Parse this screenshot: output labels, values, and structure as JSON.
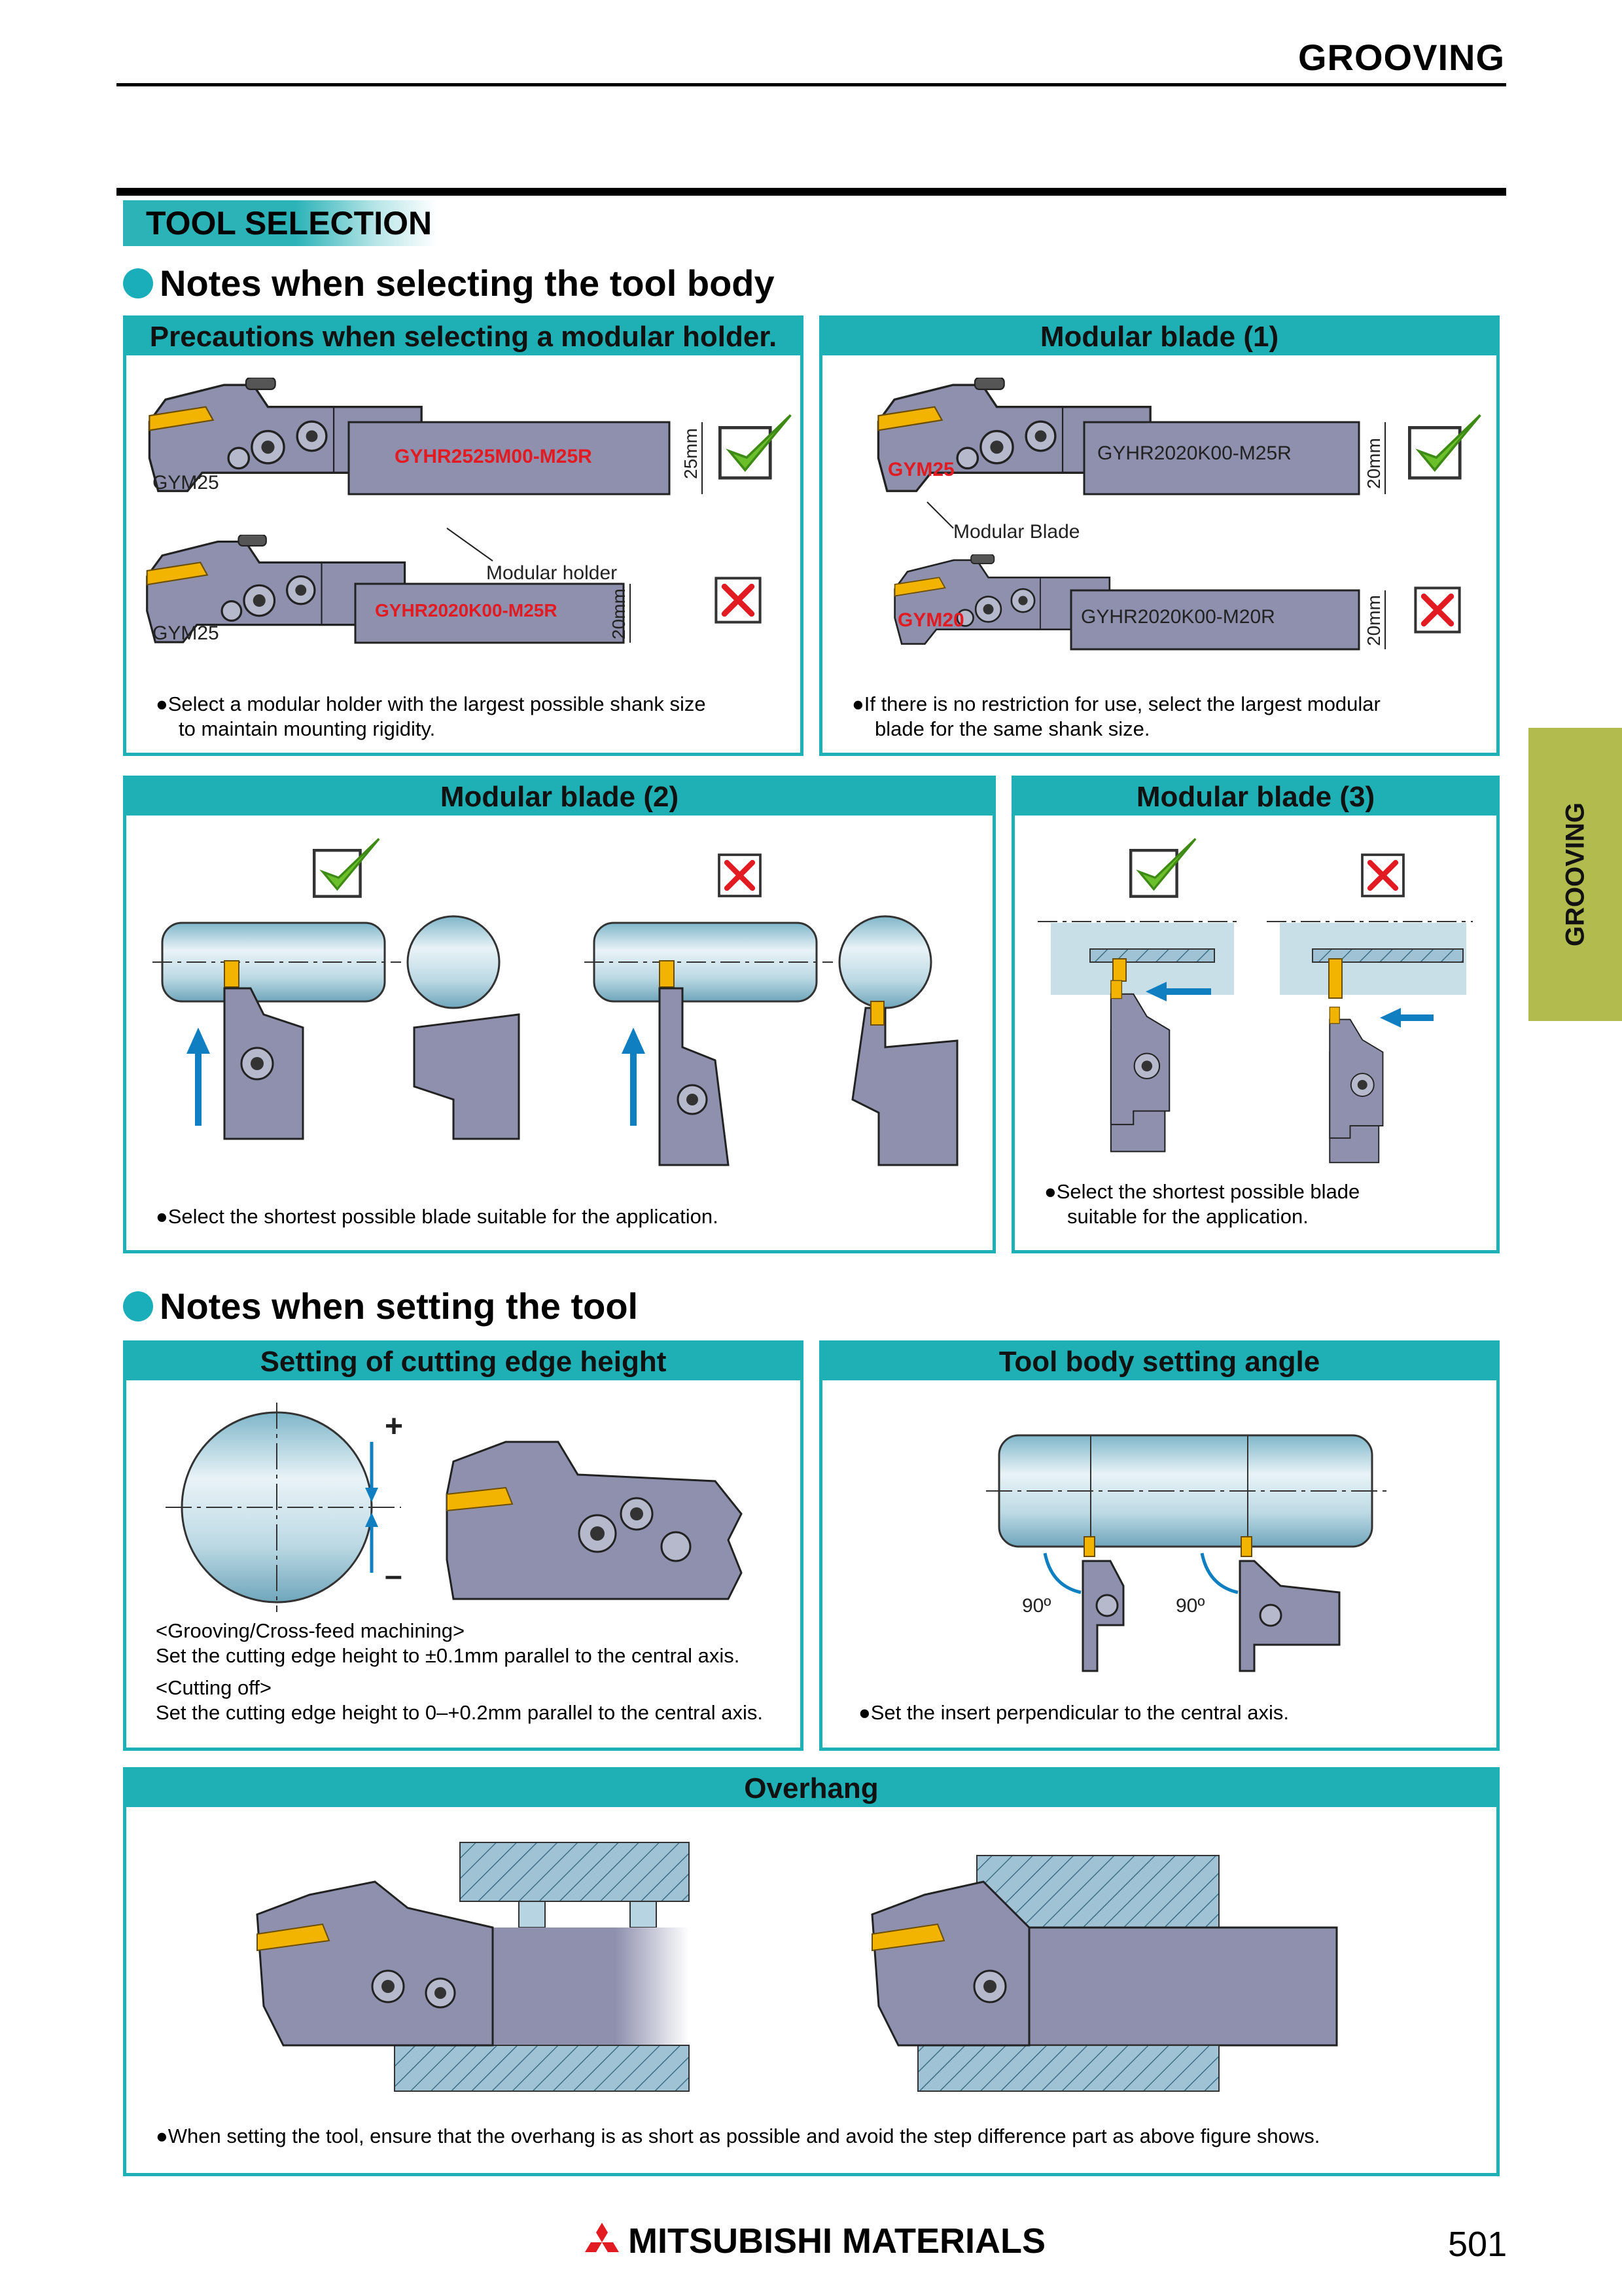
{
  "header": {
    "title": "GROOVING"
  },
  "section": {
    "label": "TOOL SELECTION"
  },
  "notes_tool_body": {
    "heading": "Notes when selecting the tool body"
  },
  "notes_setting": {
    "heading": "Notes when setting the tool"
  },
  "panels": {
    "modular_holder": {
      "title": "Precautions when selecting a modular holder.",
      "labels": {
        "gym_top": "GYM25",
        "holder_top": "GYHR2525M00-M25R",
        "dim_top": "25mm",
        "callout": "Modular holder",
        "gym_bottom": "GYM25",
        "holder_bottom": "GYHR2020K00-M25R",
        "dim_bottom": "20mm"
      },
      "caption_line1": "●Select a modular holder with the largest possible shank size",
      "caption_line2": "to maintain mounting rigidity."
    },
    "blade1": {
      "title": "Modular blade (1)",
      "labels": {
        "gym_top": "GYM25",
        "holder_top": "GYHR2020K00-M25R",
        "dim_top": "20mm",
        "callout": "Modular Blade",
        "gym_bottom": "GYM20",
        "holder_bottom": "GYHR2020K00-M20R",
        "dim_bottom": "20mm"
      },
      "caption_line1": "●If there is no restriction for use, select the largest modular",
      "caption_line2": "blade for the same shank size."
    },
    "blade2": {
      "title": "Modular blade (2)",
      "caption": "●Select the shortest possible blade suitable for the application."
    },
    "blade3": {
      "title": "Modular blade (3)",
      "caption_line1": "●Select the shortest possible blade",
      "caption_line2": "suitable for the application."
    },
    "edge_height": {
      "title": "Setting of cutting edge height",
      "plus": "+",
      "minus": "–",
      "line1": "<Grooving/Cross-feed machining>",
      "line2": "Set the cutting edge height to ±0.1mm parallel to the central axis.",
      "line3": "<Cutting off>",
      "line4": "Set the cutting edge height to 0–+0.2mm parallel to the central axis."
    },
    "setting_angle": {
      "title": "Tool body setting angle",
      "angle_left": "90º",
      "angle_right": "90º",
      "caption": "●Set the insert perpendicular to the central axis."
    },
    "overhang": {
      "title": "Overhang",
      "caption": "●When setting the tool, ensure that the overhang is as short as possible and avoid the step difference part as above figure shows."
    }
  },
  "side_tab": {
    "label": "GROOVING"
  },
  "footer": {
    "brand": "MITSUBISHI MATERIALS",
    "page": "501"
  },
  "colors": {
    "teal": "#1fb0b5",
    "tab_olive": "#b2bb4e",
    "tool_gray": "#8e90ae",
    "insert_yellow": "#f2b400",
    "red": "#e21b23",
    "green": "#6bbf2a",
    "blue_arrow": "#0f7fc1"
  }
}
